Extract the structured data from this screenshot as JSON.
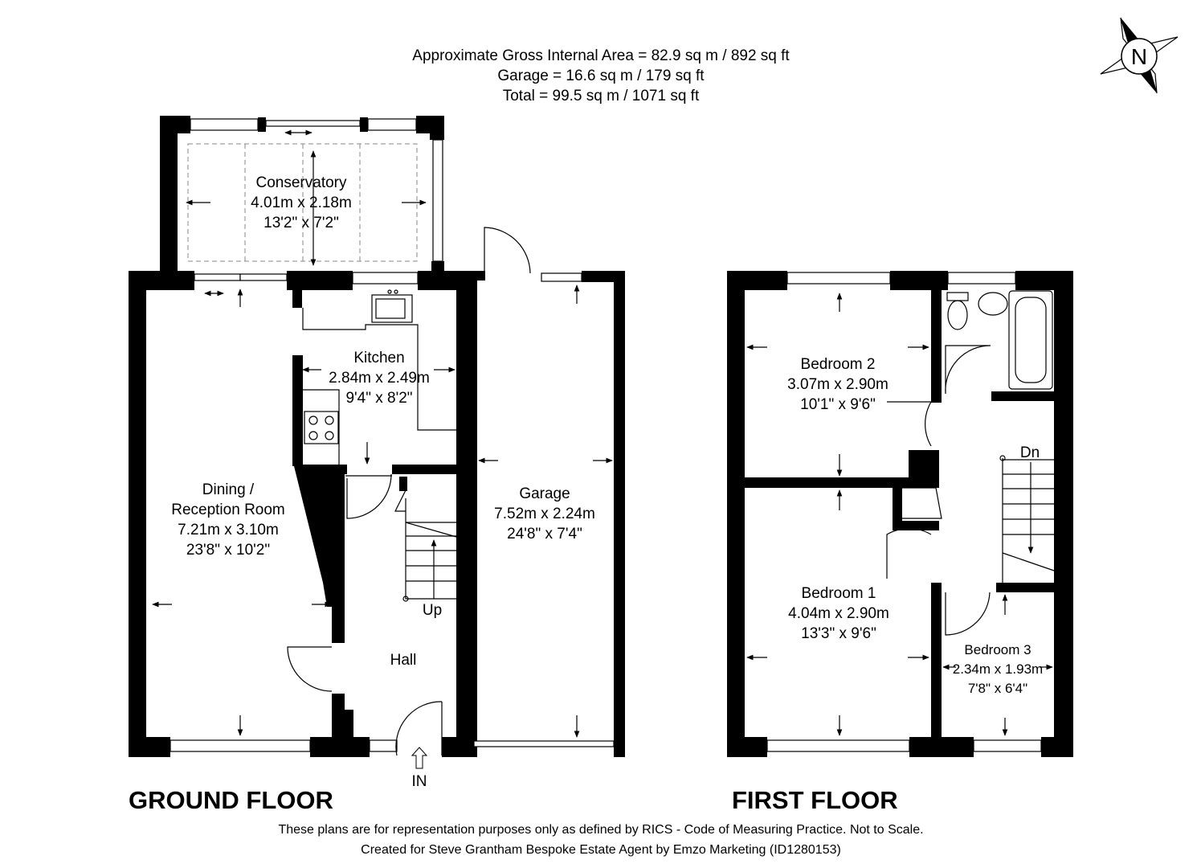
{
  "header": {
    "line1": "Approximate Gross Internal Area = 82.9 sq m / 892 sq ft",
    "line2": "Garage = 16.6 sq m / 179 sq ft",
    "line3": "Total = 99.5 sq m / 1071 sq ft"
  },
  "compass": {
    "label": "N",
    "icon": "north-compass-icon"
  },
  "ground_floor": {
    "title": "GROUND FLOOR",
    "entrance": "IN",
    "stairs_label": "Up",
    "rooms": {
      "conservatory": {
        "name": "Conservatory",
        "metric": "4.01m x 2.18m",
        "imperial": "13'2\" x 7'2\""
      },
      "kitchen": {
        "name": "Kitchen",
        "metric": "2.84m x 2.49m",
        "imperial": "9'4\" x 8'2\""
      },
      "dining": {
        "name1": "Dining /",
        "name2": "Reception Room",
        "metric": "7.21m x 3.10m",
        "imperial": "23'8\" x 10'2\""
      },
      "garage": {
        "name": "Garage",
        "metric": "7.52m x 2.24m",
        "imperial": "24'8\" x 7'4\""
      },
      "hall": {
        "name": "Hall"
      }
    }
  },
  "first_floor": {
    "title": "FIRST FLOOR",
    "stairs_label": "Dn",
    "rooms": {
      "bedroom2": {
        "name": "Bedroom 2",
        "metric": "3.07m x 2.90m",
        "imperial": "10'1\" x 9'6\""
      },
      "bedroom1": {
        "name": "Bedroom 1",
        "metric": "4.04m x 2.90m",
        "imperial": "13'3\" x 9'6\""
      },
      "bedroom3": {
        "name": "Bedroom 3",
        "metric": "2.34m x 1.93m",
        "imperial": "7'8\" x 6'4\""
      }
    }
  },
  "footer": {
    "line1": "These plans are for representation purposes only as defined by RICS - Code of Measuring Practice. Not to Scale.",
    "line2": "Created for Steve Grantham Bespoke Estate Agent by Emzo Marketing (ID1280153)"
  }
}
